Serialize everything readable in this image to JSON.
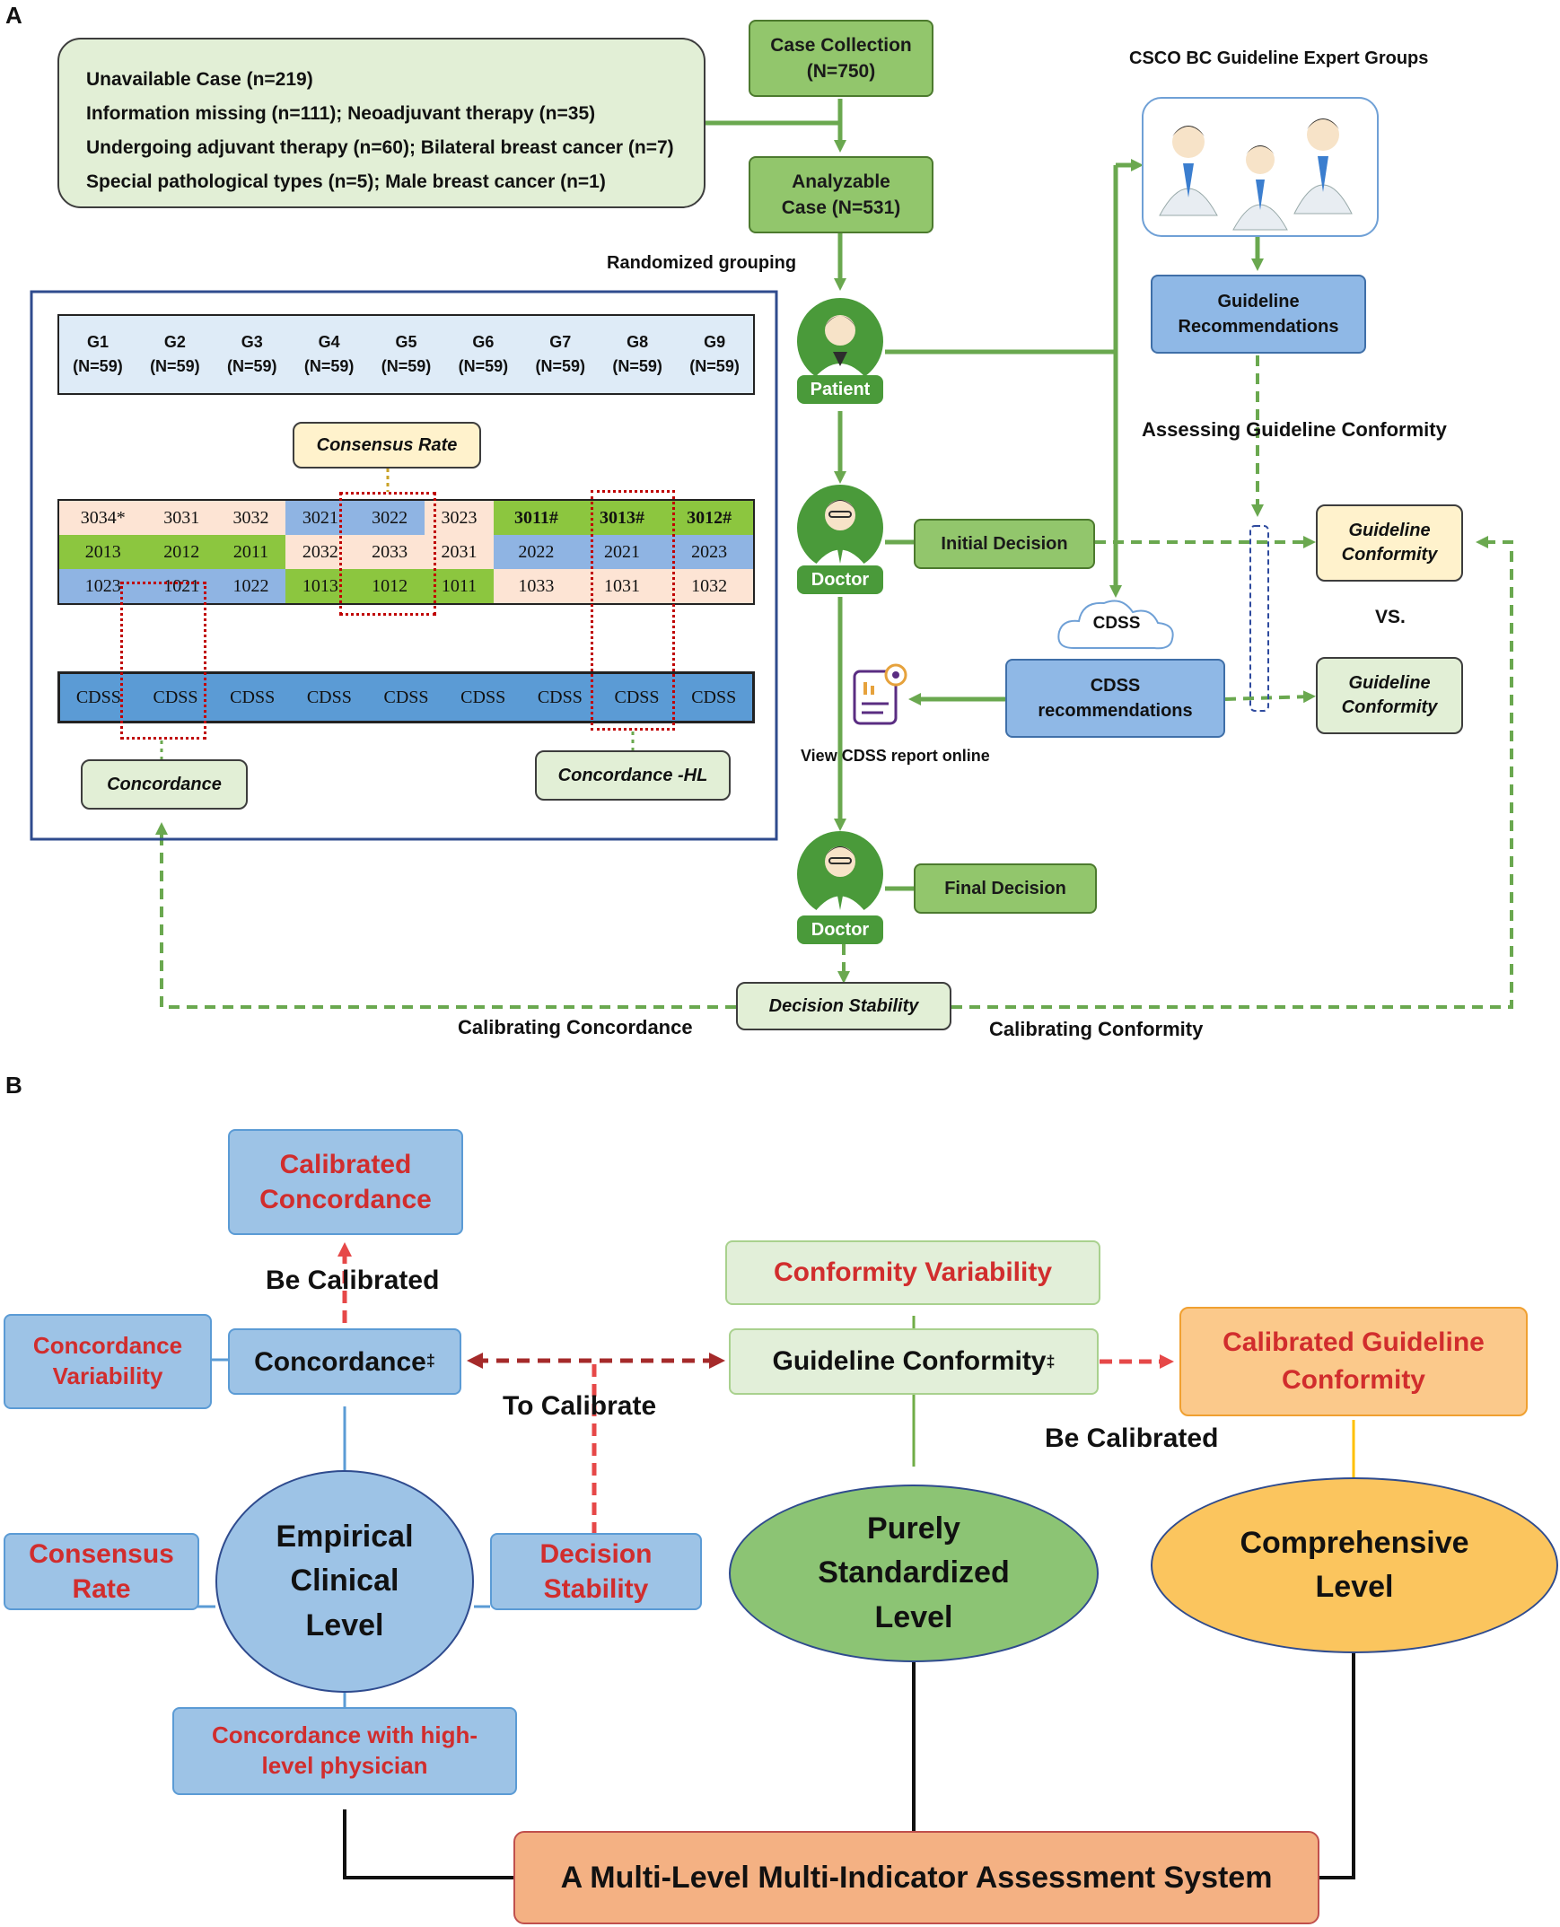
{
  "panel_a": {
    "letter": "A",
    "exclusions": [
      "Unavailable Case (n=219)",
      "Information missing (n=111); Neoadjuvant therapy (n=35)",
      "Undergoing adjuvant therapy (n=60); Bilateral breast cancer (n=7)",
      "Special pathological types (n=5); Male breast cancer (n=1)"
    ],
    "case_collection": [
      "Case Collection",
      "(N=750)"
    ],
    "analyzable_case": [
      "Analyzable",
      "Case (N=531)"
    ],
    "randomized_grouping": "Randomized grouping",
    "groups": [
      {
        "g": "G1",
        "n": "(N=59)"
      },
      {
        "g": "G2",
        "n": "(N=59)"
      },
      {
        "g": "G3",
        "n": "(N=59)"
      },
      {
        "g": "G4",
        "n": "(N=59)"
      },
      {
        "g": "G5",
        "n": "(N=59)"
      },
      {
        "g": "G6",
        "n": "(N=59)"
      },
      {
        "g": "G7",
        "n": "(N=59)"
      },
      {
        "g": "G8",
        "n": "(N=59)"
      },
      {
        "g": "G9",
        "n": "(N=59)"
      }
    ],
    "consensus_rate": "Consensus Rate",
    "code_rows": [
      [
        "3034*",
        "3031",
        "3032",
        "3021",
        "3022",
        "3023",
        "3011#",
        "3013#",
        "3012#"
      ],
      [
        "2013",
        "2012",
        "2011",
        "2032",
        "2033",
        "2031",
        "2022",
        "2021",
        "2023"
      ],
      [
        "1023",
        "1021",
        "1022",
        "1013",
        "1012",
        "1011",
        "1033",
        "1031",
        "1032"
      ]
    ],
    "cdss_cells": [
      "CDSS",
      "CDSS",
      "CDSS",
      "CDSS",
      "CDSS",
      "CDSS",
      "CDSS",
      "CDSS",
      "CDSS"
    ],
    "concordance": "Concordance",
    "concordance_hl": "Concordance -HL",
    "patient": "Patient",
    "doctor": "Doctor",
    "doctor2": "Doctor",
    "initial_decision": "Initial Decision",
    "final_decision": "Final Decision",
    "expert_groups": "CSCO BC Guideline Expert Groups",
    "guideline_recommendations": [
      "Guideline",
      "Recommendations"
    ],
    "assessing": "Assessing Guideline Conformity",
    "guideline_conformity_1": [
      "Guideline",
      "Conformity"
    ],
    "vs": "VS.",
    "guideline_conformity_2": [
      "Guideline",
      "Conformity"
    ],
    "cdss_cloud": "CDSS",
    "cdss_recommendations": [
      "CDSS",
      "recommendations"
    ],
    "view_cdss": "View CDSS report online",
    "decision_stability": "Decision Stability",
    "calibrating_concordance": "Calibrating Concordance",
    "calibrating_conformity": "Calibrating Conformity"
  },
  "panel_b": {
    "letter": "B",
    "calibrated_concordance": [
      "Calibrated",
      "Concordance"
    ],
    "be_calibrated_1": "Be Calibrated",
    "concordance_variability": [
      "Concordance",
      "Variability"
    ],
    "concordance": "Concordance",
    "dagger": "‡",
    "to_calibrate": "To Calibrate",
    "conformity_variability": "Conformity Variability",
    "guideline_conformity": "Guideline Conformity",
    "calibrated_guideline_conformity": [
      "Calibrated Guideline",
      "Conformity"
    ],
    "be_calibrated_2": "Be Calibrated",
    "consensus_rate": [
      "Consensus",
      "Rate"
    ],
    "empirical_level": [
      "Empirical",
      "Clinical",
      "Level"
    ],
    "decision_stability": [
      "Decision",
      "Stability"
    ],
    "purely_standardized": [
      "Purely",
      "Standardized",
      "Level"
    ],
    "comprehensive": [
      "Comprehensive",
      "Level"
    ],
    "concordance_high": [
      "Concordance with high-",
      "level physician"
    ],
    "system": "A Multi-Level Multi-Indicator Assessment System"
  },
  "colors": {
    "green": "#92c66c",
    "light_green": "#e2efd6",
    "blue": "#8fb8e6",
    "red_text": "#d12d2d",
    "peach": "#fde4d4",
    "dark_red_arrow": "#a52a2a",
    "orange": "#f5b97f"
  }
}
